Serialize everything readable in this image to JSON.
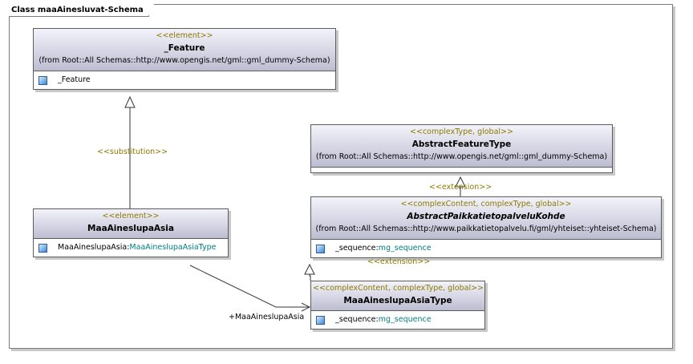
{
  "frame": {
    "title": "Class maaAinesluvat-Schema"
  },
  "classes": {
    "feature": {
      "stereotype": "<<element>>",
      "name": "_Feature",
      "from": "(from Root::All Schemas::http://www.opengis.net/gml::gml_dummy-Schema)",
      "attr_name": "_Feature"
    },
    "abstract_feature_type": {
      "stereotype": "<<complexType, global>>",
      "name": "AbstractFeatureType",
      "from": "(from Root::All Schemas::http://www.opengis.net/gml::gml_dummy-Schema)"
    },
    "abstract_kohde": {
      "stereotype": "<<complexContent, complexType, global>>",
      "name": "AbstractPaikkatietopalveluKohde",
      "from": "(from Root::All Schemas::http://www.paikkatietopalvelu.fi/gml/yhteiset::yhteiset-Schema)",
      "attr_name": "_sequence:",
      "attr_type": "mg_sequence"
    },
    "asia": {
      "stereotype": "<<element>>",
      "name": "MaaAineslupaAsia",
      "attr_name": "MaaAineslupaAsia:",
      "attr_type": "MaaAineslupaAsiaType"
    },
    "asia_type": {
      "stereotype": "<<complexContent, complexType, global>>",
      "name": "MaaAineslupaAsiaType",
      "attr_name": "_sequence:",
      "attr_type": "mg_sequence"
    }
  },
  "relations": {
    "substitution": "<<substitution>>",
    "extension_1": "<<extension>>",
    "extension_2": "<<extension>>",
    "role": "+MaaAineslupaAsia"
  }
}
